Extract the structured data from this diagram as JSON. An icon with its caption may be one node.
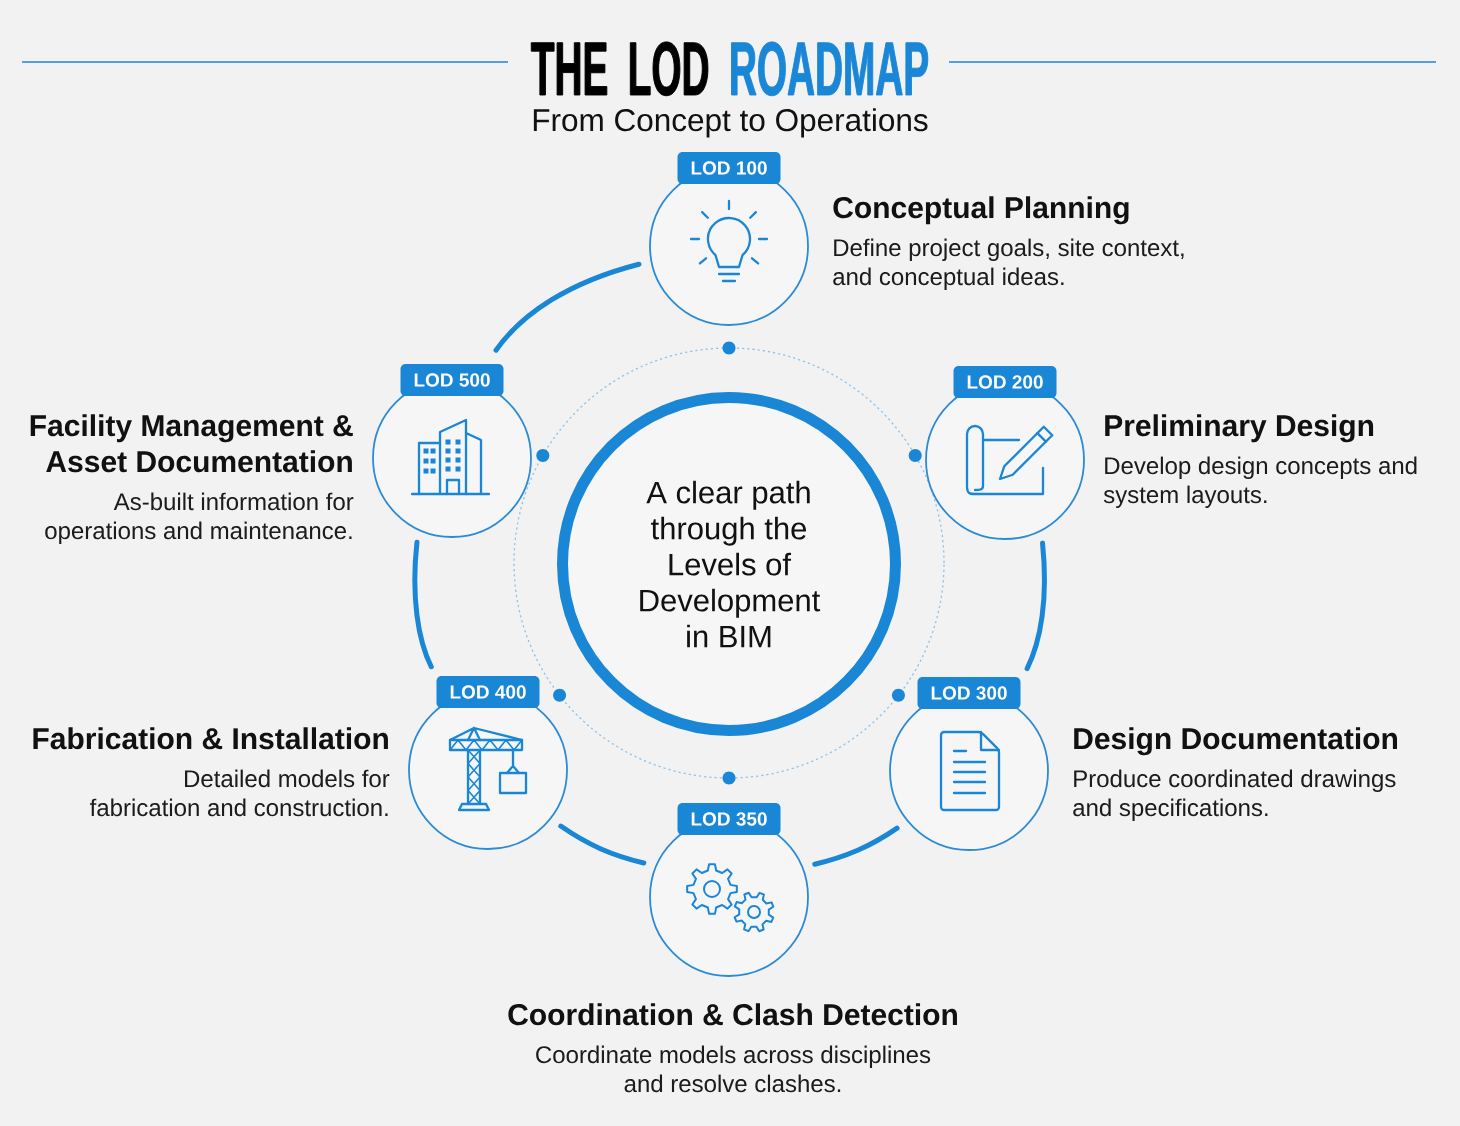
{
  "diagram": {
    "title": "THE LOD ROADMAP",
    "nodes": [
      {
        "text": [
          "A clear path through the Levels of Development in BIM"
        ]
      },
      {
        "text": [
          "LOD 100"
        ],
        "beside": [
          "Conceptual Planning",
          "Define project goals, site context, and conceptual ideas."
        ]
      },
      {
        "text": [
          "LOD 200"
        ],
        "beside": [
          "Preliminary Design",
          "Develop design concepts and system layouts."
        ]
      },
      {
        "text": [
          "LOD 300"
        ],
        "beside": [
          "Design Documentation",
          "Produce coordinated drawings and specifications."
        ]
      },
      {
        "text": [
          "LOD 350"
        ],
        "beside": [
          "Coordination & Clash Detection",
          "Coordinate models across disciplines and resolve clashes."
        ]
      },
      {
        "text": [
          "LOD 400"
        ],
        "beside": [
          "Fabrication & Installation",
          "Detailed models for fabrication and construction."
        ]
      },
      {
        "text": [
          "LOD 500"
        ],
        "beside": [
          "Facility Management & Asset Documentation",
          "As-built information for operations and maintenance."
        ]
      }
    ],
    "edges": [
      {
        "from": 2,
        "to": 3,
        "arrow": "none"
      },
      {
        "from": 3,
        "to": 4,
        "arrow": "none"
      },
      {
        "from": 4,
        "to": 5,
        "arrow": "none"
      },
      {
        "from": 5,
        "to": 6,
        "arrow": "none"
      },
      {
        "from": 6,
        "to": 1,
        "arrow": "none"
      }
    ],
    "labels": [
      "From Concept to Operations"
    ]
  }
}
